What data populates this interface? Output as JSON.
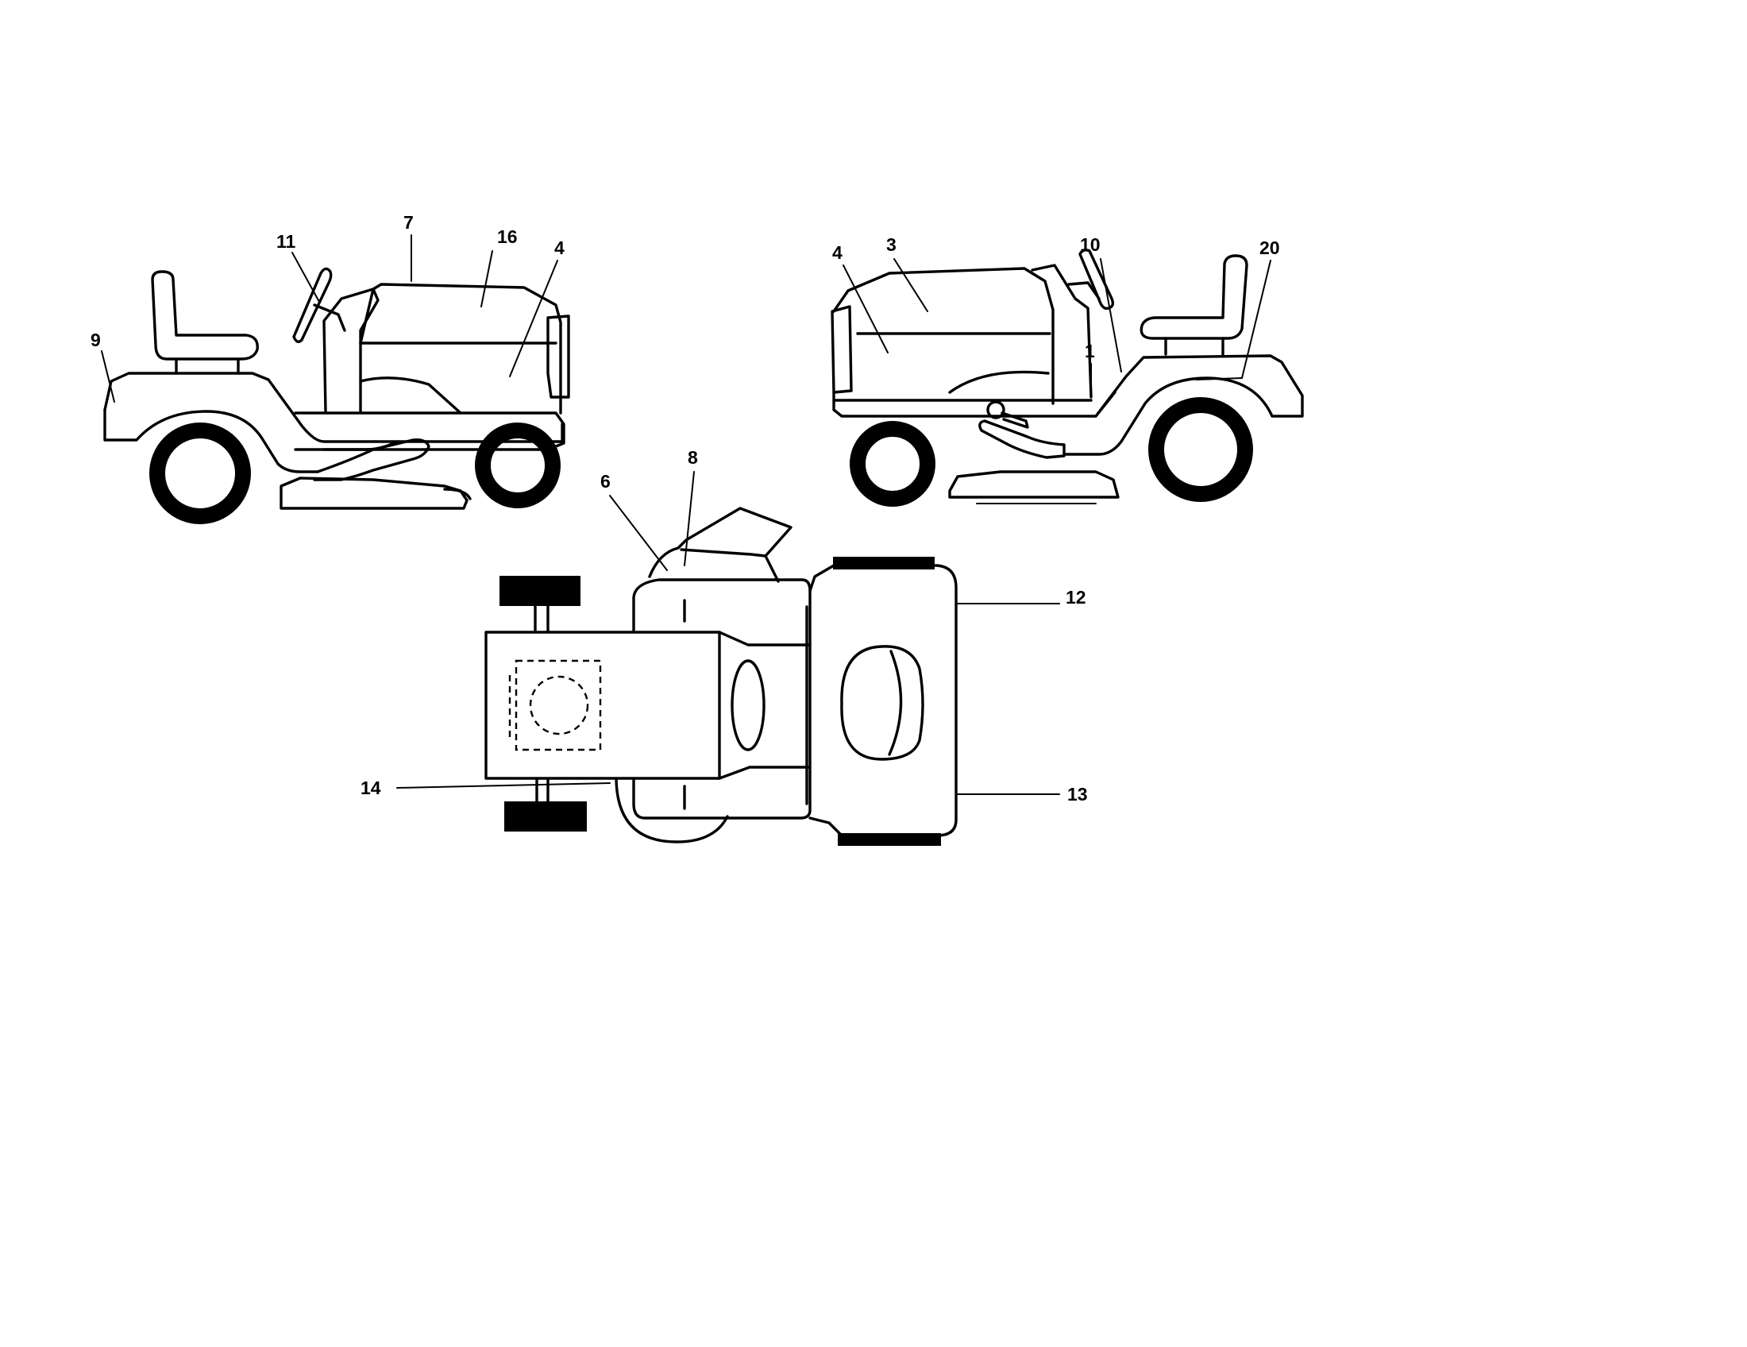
{
  "callouts": {
    "c1": "1",
    "c3": "3",
    "c4_left": "4",
    "c4_right": "4",
    "c6": "6",
    "c7": "7",
    "c8": "8",
    "c9": "9",
    "c10": "10",
    "c11": "11",
    "c12": "12",
    "c13": "13",
    "c14": "14",
    "c16": "16",
    "c20": "20"
  }
}
